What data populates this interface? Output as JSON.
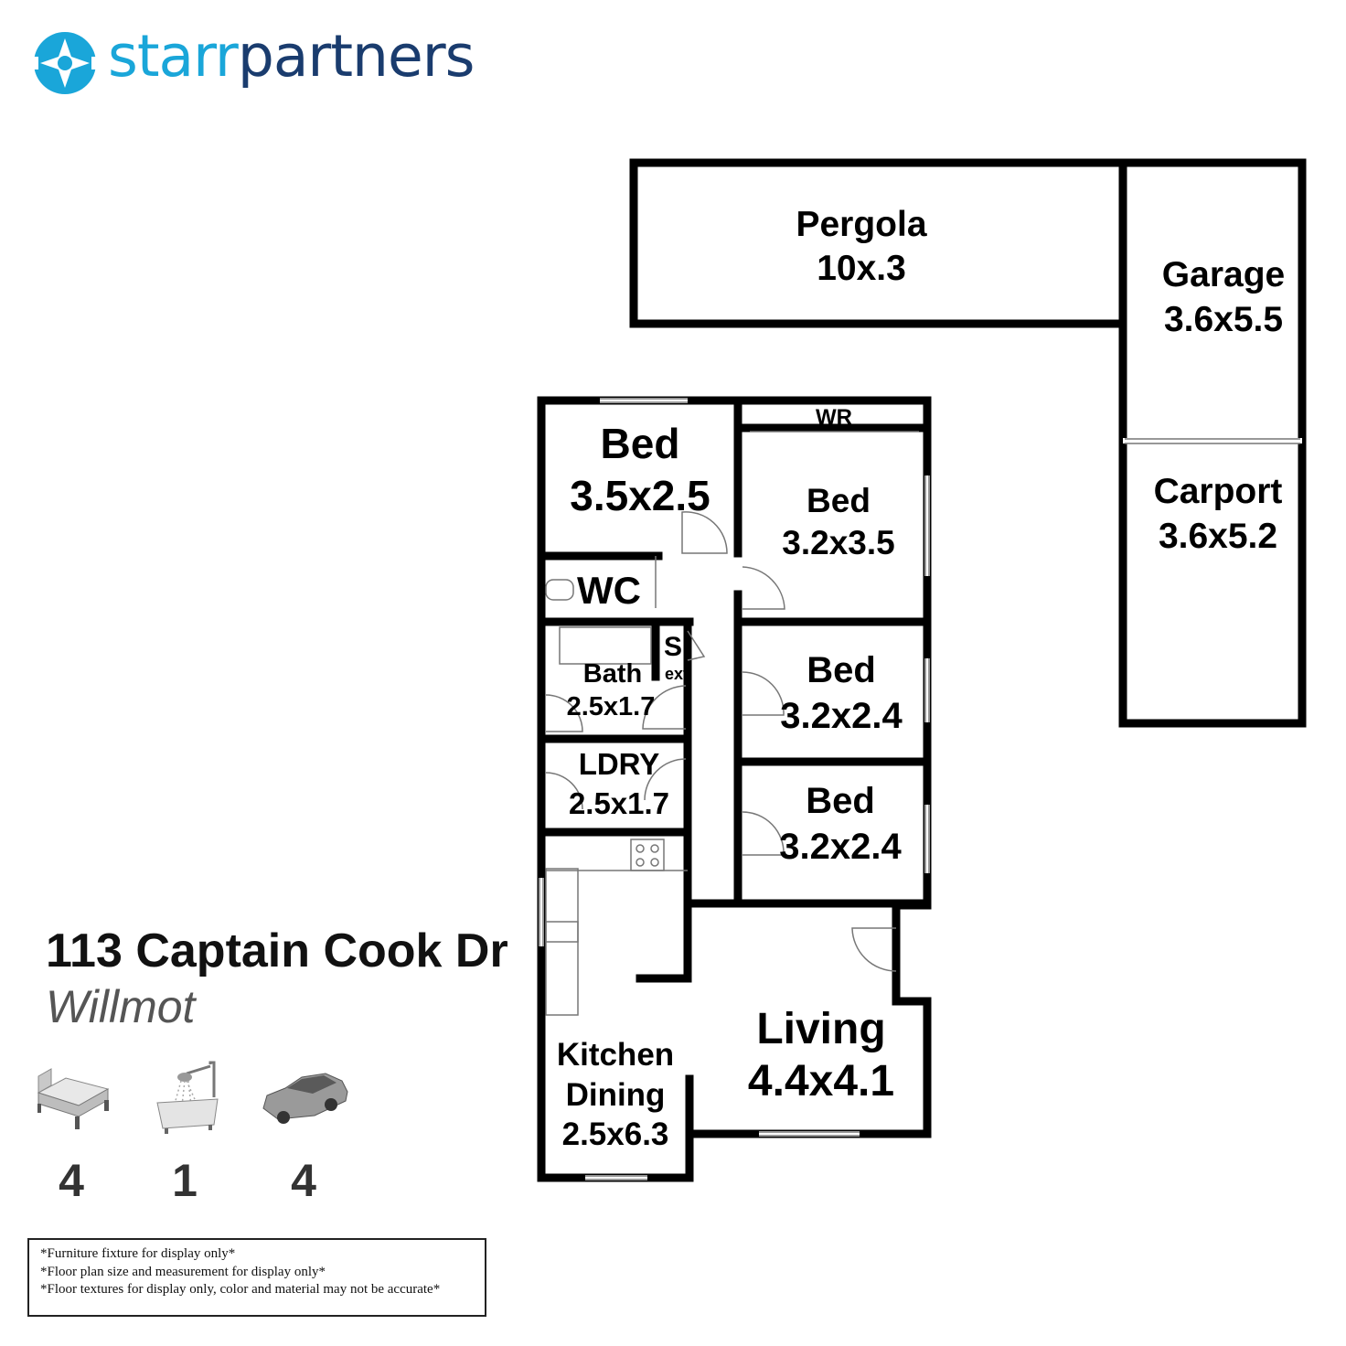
{
  "brand": {
    "part1": "starr",
    "part2": "partners",
    "logo_icon": "star-burst-logo",
    "color_light": "#1aa6d9",
    "color_dark": "#1a3c6e"
  },
  "property": {
    "address": "113 Captain Cook Dr",
    "suburb": "Willmot"
  },
  "features": {
    "beds": "4",
    "baths": "1",
    "cars": "4",
    "bed_icon": "bed-icon",
    "bath_icon": "bathtub-shower-icon",
    "car_icon": "car-icon"
  },
  "disclaimer": {
    "line1": "*Furniture fixture for display only*",
    "line2": "*Floor plan size and measurement for display only*",
    "line3": "*Floor textures for display only, color and material may not be accurate*"
  },
  "rooms": {
    "pergola": {
      "name": "Pergola",
      "size": "10x.3"
    },
    "garage": {
      "name": "Garage",
      "size": "3.6x5.5"
    },
    "carport": {
      "name": "Carport",
      "size": "3.6x5.2"
    },
    "bed1": {
      "name": "Bed",
      "size": "3.5x2.5"
    },
    "wr": {
      "name": "WR"
    },
    "bed2": {
      "name": "Bed",
      "size": "3.2x3.5"
    },
    "wc": {
      "name": "WC"
    },
    "shower": {
      "name": "S"
    },
    "ext": {
      "name": "ext"
    },
    "bath": {
      "name": "Bath",
      "size": "2.5x1.7"
    },
    "bed3": {
      "name": "Bed",
      "size": "3.2x2.4"
    },
    "ldry": {
      "name": "LDRY",
      "size": "2.5x1.7"
    },
    "bed4": {
      "name": "Bed",
      "size": "3.2x2.4"
    },
    "kitchen": {
      "name1": "Kitchen",
      "name2": "Dining",
      "size": "2.5x6.3"
    },
    "living": {
      "name": "Living",
      "size": "4.4x4.1"
    }
  }
}
